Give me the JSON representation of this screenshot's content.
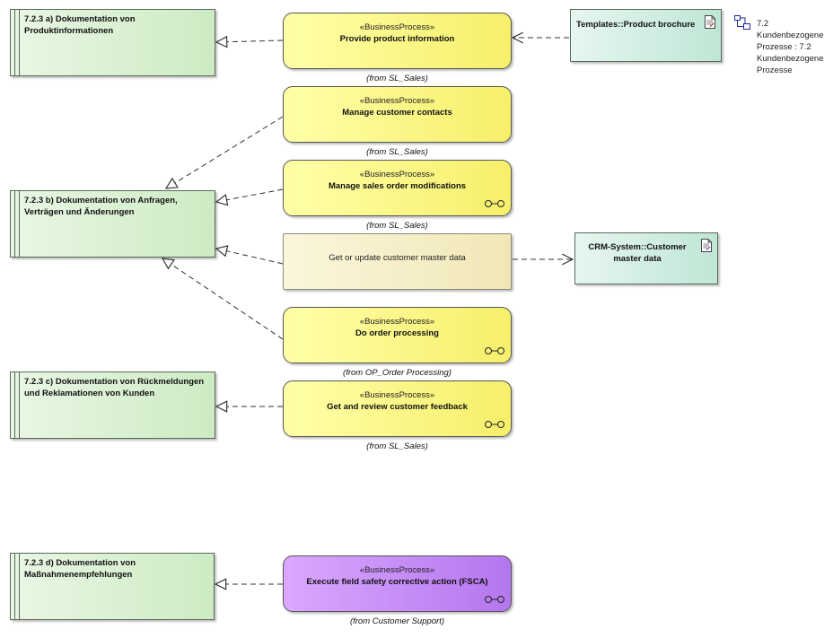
{
  "requirements": {
    "a": "7.2.3 a) Dokumentation von Produktinformationen",
    "b": "7.2.3 b) Dokumentation von Anfragen, Verträgen und Änderungen",
    "c": "7.2.3 c) Dokumentation von Rückmeldungen und Reklamationen von Kunden",
    "d": "7.2.3 d) Dokumentation von Maßnahmenempfehlungen"
  },
  "processes": {
    "p1": {
      "stereotype": "«BusinessProcess»",
      "name": "Provide product information",
      "from": "(from SL_Sales)"
    },
    "p2": {
      "stereotype": "«BusinessProcess»",
      "name": "Manage customer contacts",
      "from": "(from SL_Sales)"
    },
    "p3": {
      "stereotype": "«BusinessProcess»",
      "name": "Manage sales order modifications",
      "from": "(from SL_Sales)"
    },
    "p4": {
      "name": "Get or update customer master data"
    },
    "p5": {
      "stereotype": "«BusinessProcess»",
      "name": "Do order processing",
      "from": "(from OP_Order Processing)"
    },
    "p6": {
      "stereotype": "«BusinessProcess»",
      "name": "Get and review customer feedback",
      "from": "(from SL_Sales)"
    },
    "p7": {
      "stereotype": "«BusinessProcess»",
      "name": "Execute field safety corrective action (FSCA)",
      "from": "(from Customer Support)"
    }
  },
  "artifacts": {
    "brochure": "Templates::Product brochure",
    "crm": "CRM-System::Customer master data"
  },
  "package": {
    "label": "7.2 Kundenbezogene Prozesse : 7.2 Kundenbezogene Prozesse",
    "icon": "package-diagram-icon"
  },
  "colors": {
    "requirement": "#d6efcf",
    "process_yellow": "#fbf58a",
    "process_pale": "#f5edc8",
    "process_purple": "#c88ef8",
    "artifact": "#d3efe4"
  }
}
